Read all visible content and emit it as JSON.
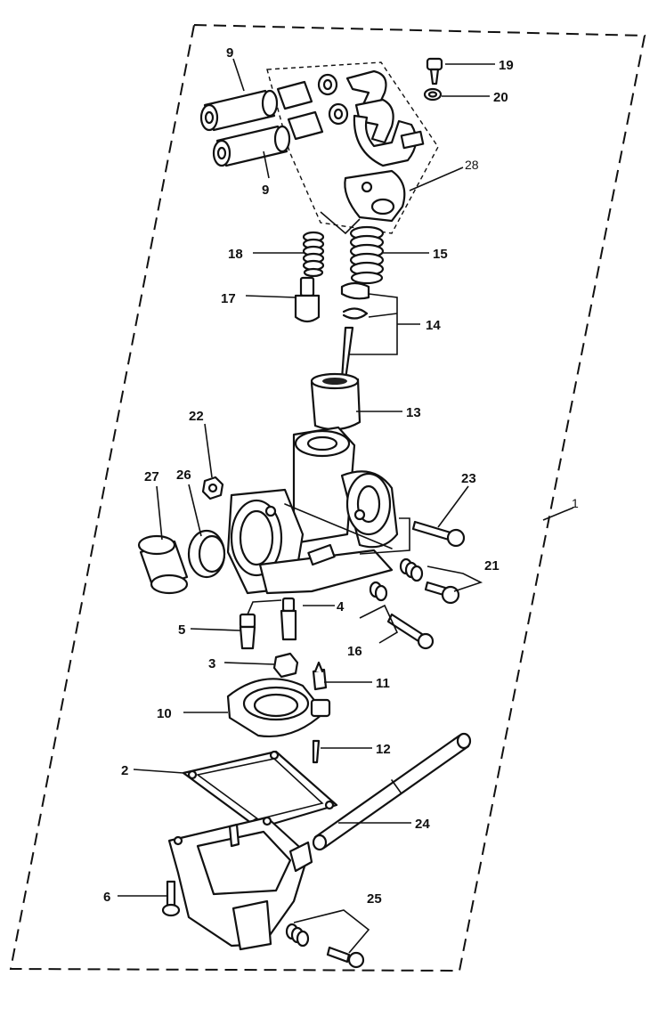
{
  "labels": {
    "l1": "1",
    "l2": "2",
    "l3": "3",
    "l4": "4",
    "l5": "5",
    "l6": "6",
    "l9a": "9",
    "l9b": "9",
    "l10": "10",
    "l11": "11",
    "l12": "12",
    "l13": "13",
    "l14": "14",
    "l15": "15",
    "l16": "16",
    "l17": "17",
    "l18": "18",
    "l19": "19",
    "l20": "20",
    "l21": "21",
    "l22": "22",
    "l23": "23",
    "l24": "24",
    "l25": "25",
    "l26": "26",
    "l27": "27",
    "l28": "28"
  }
}
